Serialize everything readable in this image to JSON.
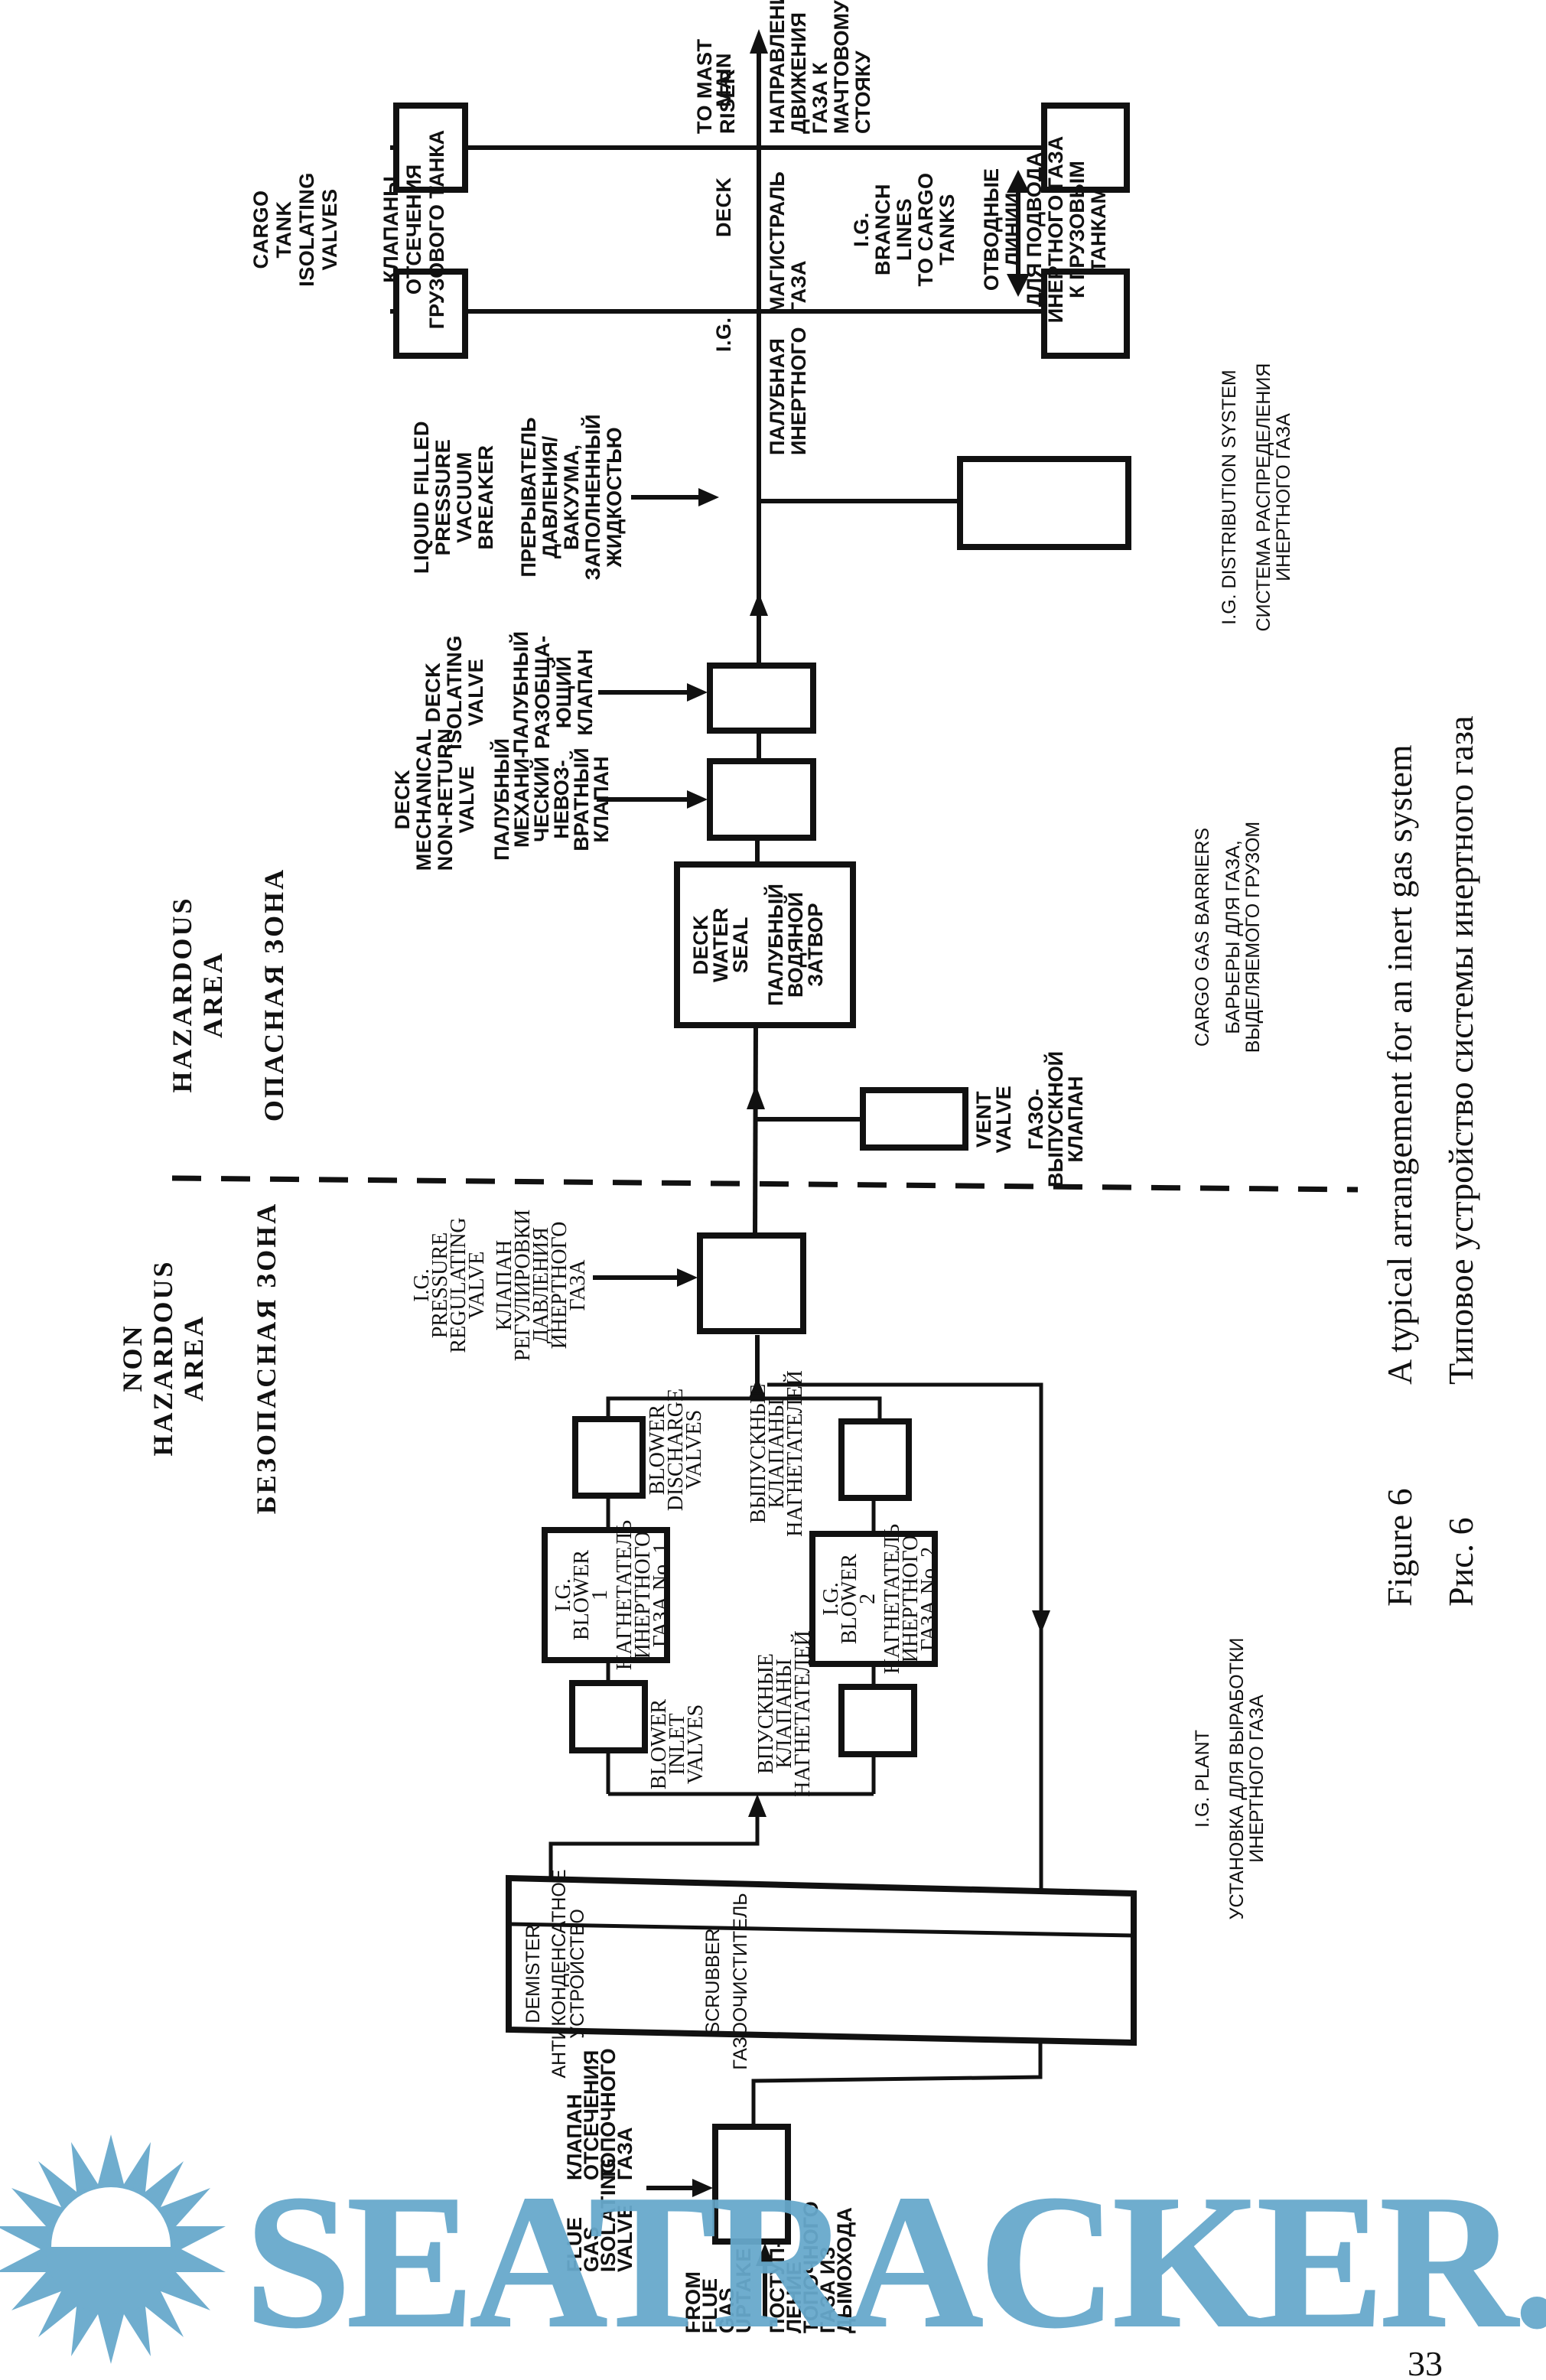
{
  "figure": {
    "number_en": "Figure 6",
    "number_ru": "Рис. 6",
    "caption_en": "A typical arrangement for an inert gas system",
    "caption_ru": "Типовое устройство системы инертного газа",
    "page_number": "33"
  },
  "areas": {
    "hazardous": {
      "en": [
        "HAZARDOUS",
        "AREA"
      ],
      "ru": "ОПАСНАЯ ЗОНА"
    },
    "non_hazardous": {
      "en": [
        "NON",
        "HAZARDOUS",
        "AREA"
      ],
      "ru": "БЕЗОПАСНАЯ ЗОНА"
    }
  },
  "sections": {
    "ig_plant": {
      "en": "I.G. PLANT",
      "ru": [
        "УСТАНОВКА ДЛЯ ВЫРАБОТКИ",
        "ИНЕРТНОГО ГАЗА"
      ]
    },
    "cargo_gas_barriers": {
      "en": "CARGO GAS BARRIERS",
      "ru": [
        "БАРЬЕРЫ ДЛЯ ГАЗА,",
        "ВЫДЕЛЯЕМОГО ГРУЗОМ"
      ]
    },
    "ig_distribution": {
      "en": "I.G. DISTRIBUTION SYSTEM",
      "ru": [
        "СИСТЕМА РАСПРЕДЕЛЕНИЯ",
        "ИНЕРТНОГО ГАЗА"
      ]
    }
  },
  "components": {
    "flue_uptake": {
      "en": [
        "FROM",
        "FLUE",
        "GAS",
        "UPTAKE"
      ],
      "ru": [
        "ПОСТУП-",
        "ЛЕНИЕ",
        "ТОПОЧНОГО",
        "ГАЗА ИЗ",
        "ДЫМОХОДА"
      ]
    },
    "flue_gas_isolating_valve": {
      "en": [
        "FLUE",
        "GAS",
        "ISOLATING",
        "VALVE"
      ],
      "ru": [
        "КЛАПАН",
        "ОТСЕЧЕНИЯ",
        "ТОПОЧНОГО",
        "ГАЗА"
      ]
    },
    "demister": {
      "en": "DEMISTER",
      "ru": [
        "АНТИКОНДЕНСАТНОЕ",
        "УСТРОЙСТВО"
      ]
    },
    "scrubber": {
      "en": "SCRUBBER",
      "ru": "ГАЗООЧИСТИТЕЛЬ"
    },
    "blower_inlet_valves": {
      "en": [
        "BLOWER",
        "INLET",
        "VALVES"
      ],
      "ru": [
        "ВПУСКНЫЕ",
        "КЛАПАНЫ",
        "НАГНЕТАТЕЛЕЙ"
      ]
    },
    "blower_1": {
      "en": [
        "I.G.",
        "BLOWER",
        "1"
      ],
      "ru": [
        "НАГНЕТАТЕЛЬ",
        "ИНЕРТНОГО",
        "ГАЗА No. 1"
      ]
    },
    "blower_2": {
      "en": [
        "I.G.",
        "BLOWER",
        "2"
      ],
      "ru": [
        "НАГНЕТАТЕЛЬ",
        "ИНЕРТНОГО",
        "ГАЗА No. 2"
      ]
    },
    "blower_discharge_valves": {
      "en": [
        "BLOWER",
        "DISCHARGE",
        "VALVES"
      ],
      "ru": [
        "ВЫПУСКНЫЕ",
        "КЛАПАНЫ",
        "НАГНЕТАТЕЛЕЙ"
      ]
    },
    "pressure_regulating_valve": {
      "en": [
        "I.G.",
        "PRESSURE",
        "REGULATING",
        "VALVE"
      ],
      "ru": [
        "КЛАПАН",
        "РЕГУЛИРОВКИ",
        "ДАВЛЕНИЯ",
        "ИНЕРТНОГО",
        "ГАЗА"
      ]
    },
    "vent_valve": {
      "en": [
        "VENT",
        "VALVE"
      ],
      "ru": [
        "ГАЗО-",
        "ВЫПУСКНОЙ",
        "КЛАПАН"
      ]
    },
    "deck_water_seal": {
      "en": [
        "DECK",
        "WATER",
        "SEAL"
      ],
      "ru": [
        "ПАЛУБНЫЙ",
        "ВОДЯНОЙ",
        "ЗАТВОР"
      ]
    },
    "deck_non_return_valve": {
      "en": [
        "DECK",
        "MECHANICAL",
        "NON-RETURN",
        "VALVE"
      ],
      "ru": [
        "ПАЛУБНЫЙ",
        "МЕХАНИ-",
        "ЧЕСКИЙ",
        "НЕВОЗ-",
        "ВРАТНЫЙ",
        "КЛАПАН"
      ]
    },
    "deck_isolating_valve": {
      "en": [
        "DECK",
        "ISOLATING",
        "VALVE"
      ],
      "ru": [
        "ПАЛУБНЫЙ",
        "РАЗОБЩА-",
        "ЮЩИЙ",
        "КЛАПАН"
      ]
    },
    "pv_breaker": {
      "en": [
        "LIQUID FILLED",
        "PRESSURE",
        "VACUUM",
        "BREAKER"
      ],
      "ru": [
        "ПРЕРЫВАТЕЛЬ",
        "ДАВЛЕНИЯ/",
        "ВАКУУМА,",
        "ЗАПОЛНЕННЫЙ",
        "ЖИДКОСТЬЮ"
      ]
    },
    "deck_main": {
      "en": [
        "I.G.",
        "DECK",
        "MAIN"
      ],
      "ru": [
        "ПАЛУБНАЯ",
        "МАГИСТРАЛЬ",
        "ИНЕРТНОГО",
        "ГАЗА"
      ]
    },
    "to_mast_riser": {
      "en": [
        "TO MAST",
        "RISER"
      ],
      "ru": [
        "НАПРАВЛЕНИЕ",
        "ДВИЖЕНИЯ",
        "ГАЗА К",
        "МАЧТОВОМУ",
        "СТОЯКУ"
      ]
    },
    "branch_lines": {
      "en": [
        "I.G.",
        "BRANCH",
        "LINES",
        "TO CARGO",
        "TANKS"
      ],
      "ru": [
        "ОТВОДНЫЕ",
        "ЛИНИИ",
        "ДЛЯ ПОДВОДА",
        "ИНЕРТНОГО ГАЗА",
        "К ГРУЗОВЫМ",
        "ТАНКАМ"
      ]
    },
    "cargo_tank_isolating_valves": {
      "en": [
        "CARGO",
        "TANK",
        "ISOLATING",
        "VALVES"
      ],
      "ru": [
        "КЛАПАНЫ",
        "ОТСЕЧЕНИЯ",
        "ГРУЗОВОГО ТАНКА"
      ]
    }
  },
  "watermark": {
    "text": "SEATRACKER.RU",
    "color": "#68a9cc"
  }
}
